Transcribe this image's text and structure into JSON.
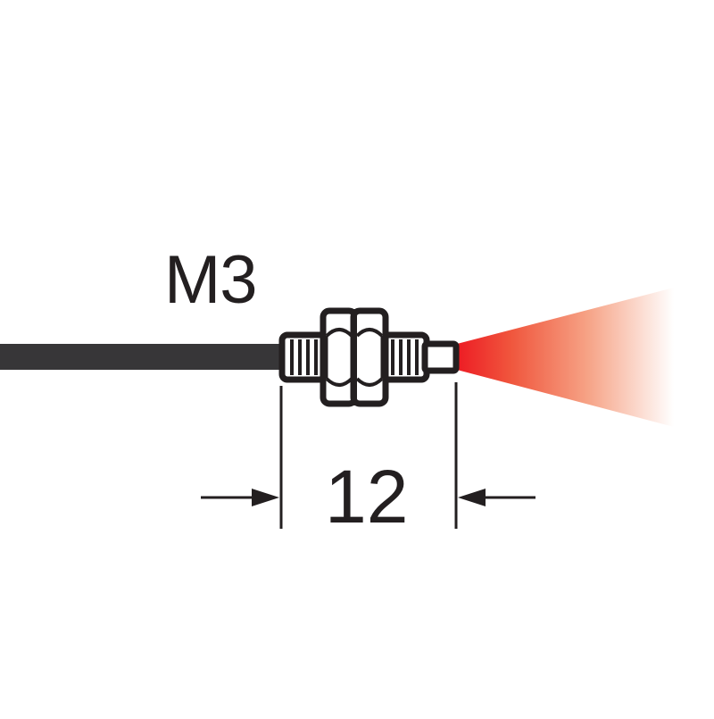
{
  "diagram": {
    "title": "Fiber sensor head dimension drawing",
    "thread_label": "M3",
    "dimension_label": "12",
    "dimension_unit_visible": false,
    "colors": {
      "outline": "#231f20",
      "cable": "#373638",
      "beam_start": "#ed1c24",
      "beam_end": "#ffffff",
      "background": "#ffffff"
    },
    "components": [
      {
        "name": "cable",
        "description": "fiber cable entering from left"
      },
      {
        "name": "threaded-body",
        "description": "threaded sleeve with hex nuts"
      },
      {
        "name": "hex-nut-left",
        "description": "hex nut"
      },
      {
        "name": "hex-nut-right",
        "description": "hex nut"
      },
      {
        "name": "tip",
        "description": "sensing head tip"
      },
      {
        "name": "light-beam",
        "description": "red emitted light cone"
      }
    ]
  }
}
